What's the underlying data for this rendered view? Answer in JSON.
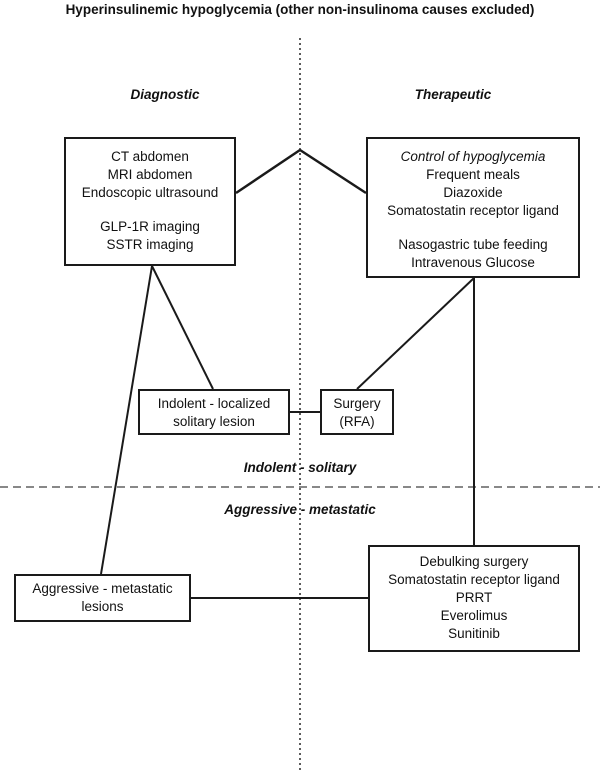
{
  "title": "Hyperinsulinemic hypoglycemia (other non-insulinoma causes excluded)",
  "headings": {
    "diagnostic": "Diagnostic",
    "therapeutic": "Therapeutic",
    "indolent": "Indolent - solitary",
    "aggressive": "Aggressive - metastatic"
  },
  "boxes": {
    "diagnostic": {
      "group1": [
        "CT abdomen",
        "MRI abdomen",
        "Endoscopic ultrasound"
      ],
      "group2": [
        "GLP-1R imaging",
        "SSTR imaging"
      ]
    },
    "therapeutic": {
      "subheading": "Control of hypoglycemia",
      "group1": [
        "Frequent meals",
        "Diazoxide",
        "Somatostatin receptor ligand"
      ],
      "group2": [
        "Nasogastric tube feeding",
        "Intravenous Glucose"
      ]
    },
    "indolent_lesion": [
      "Indolent - localized",
      "solitary lesion"
    ],
    "surgery": [
      "Surgery",
      "(RFA)"
    ],
    "aggressive_lesions": [
      "Aggressive -  metastatic",
      "lesions"
    ],
    "aggressive_therapy": [
      "Debulking surgery",
      "Somatostatin receptor ligand",
      "PRRT",
      "Everolimus",
      "Sunitinib"
    ]
  },
  "colors": {
    "line": "#1a1a1a",
    "divider": "#888888"
  }
}
